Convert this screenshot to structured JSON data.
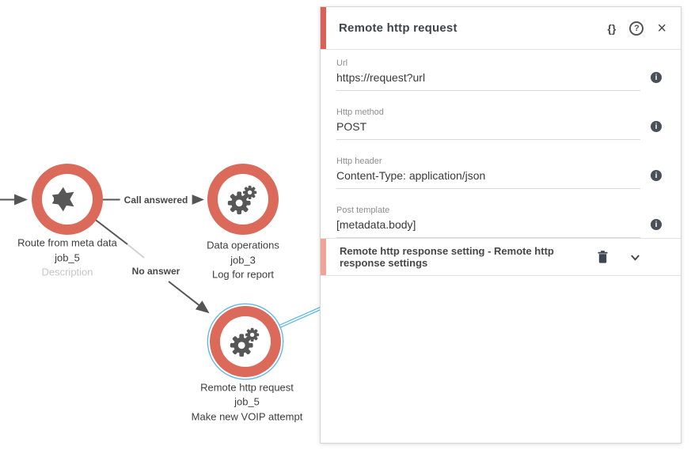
{
  "colors": {
    "node_ring": "#db6a5a",
    "panel_accent": "#d96156",
    "section_accent": "#f2a399",
    "selection_blue": "#5fb9e8"
  },
  "panel": {
    "title": "Remote http request",
    "icons": {
      "code": "{}",
      "help": "?",
      "close": "×",
      "info": "i"
    },
    "fields": [
      {
        "label": "Url",
        "value": "https://request?url"
      },
      {
        "label": "Http method",
        "value": "POST"
      },
      {
        "label": "Http header",
        "value": "Content-Type: application/json"
      },
      {
        "label": "Post template",
        "value": "[metadata.body]"
      }
    ],
    "section_row": {
      "title": "Remote http response setting - Remote http response settings"
    }
  },
  "canvas": {
    "nodes": [
      {
        "title": "Route from meta data",
        "job": "job_5",
        "note": "Description"
      },
      {
        "title": "Data operations",
        "job": "job_3",
        "note": "Log for report"
      },
      {
        "title": "Remote http request",
        "job": "job_5",
        "note": "Make new VOIP attempt"
      }
    ],
    "edge_labels": {
      "answered": "Call answered",
      "no_answer": "No answer"
    }
  }
}
